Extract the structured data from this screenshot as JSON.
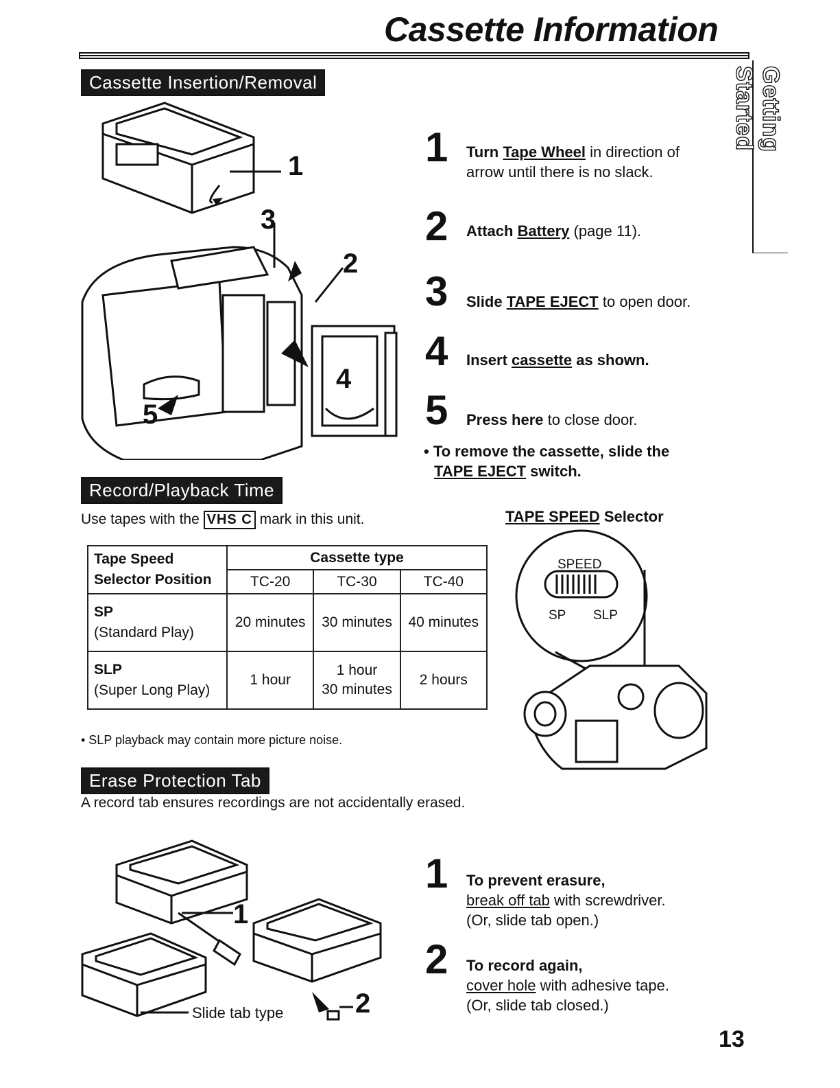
{
  "page_title": "Cassette Information",
  "side_tab": "Getting Started",
  "page_number": "13",
  "insertion": {
    "heading": "Cassette Insertion/Removal",
    "callouts": [
      "1",
      "2",
      "3",
      "4",
      "5"
    ],
    "steps": [
      {
        "num": "1",
        "pre": "Turn ",
        "link": "Tape Wheel",
        "post": " in direction of",
        "line2": "arrow until there is no slack."
      },
      {
        "num": "2",
        "pre": "Attach ",
        "link": "Battery",
        "post": " (page 11)."
      },
      {
        "num": "3",
        "pre": "Slide ",
        "link": "TAPE EJECT",
        "post": " to open door."
      },
      {
        "num": "4",
        "pre": "Insert ",
        "link": "cassette",
        "post": " as shown."
      },
      {
        "num": "5",
        "pre": "Press here",
        "link": "",
        "post": " to close door."
      }
    ],
    "remove_line1": "• To remove the cassette, slide the",
    "remove_link": "TAPE EJECT",
    "remove_post": " switch."
  },
  "record": {
    "heading": "Record/Playback Time",
    "use_pre": "Use tapes with the",
    "vhs_mark": "VHS C",
    "use_post": "mark in this unit.",
    "table": {
      "h_speed_1": "Tape Speed",
      "h_speed_2": "Selector Position",
      "h_cassette": "Cassette type",
      "types": [
        "TC-20",
        "TC-30",
        "TC-40"
      ],
      "rows": [
        {
          "mode": "SP",
          "desc": "(Standard Play)",
          "vals": [
            "20 minutes",
            "30 minutes",
            "40 minutes"
          ]
        },
        {
          "mode": "SLP",
          "desc": "(Super Long Play)",
          "vals": [
            "1 hour",
            "1 hour\n30 minutes",
            "2 hours"
          ]
        }
      ]
    },
    "note": "• SLP playback may contain more picture noise.",
    "selector_title_link": "TAPE SPEED",
    "selector_title_post": " Selector",
    "selector_label": "SPEED",
    "selector_sp": "SP",
    "selector_slp": "SLP"
  },
  "erase": {
    "heading": "Erase Protection Tab",
    "intro": "A record tab ensures recordings are not accidentally erased.",
    "callouts": [
      "1",
      "2"
    ],
    "slide_tab_label": "Slide tab type",
    "steps": [
      {
        "num": "1",
        "title": "To prevent erasure,",
        "link": "break off tab",
        "post": " with screwdriver.",
        "line3": "(Or, slide tab open.)"
      },
      {
        "num": "2",
        "title": "To record again,",
        "link": "cover hole",
        "post": " with adhesive tape.",
        "line3": "(Or, slide tab closed.)"
      }
    ]
  }
}
